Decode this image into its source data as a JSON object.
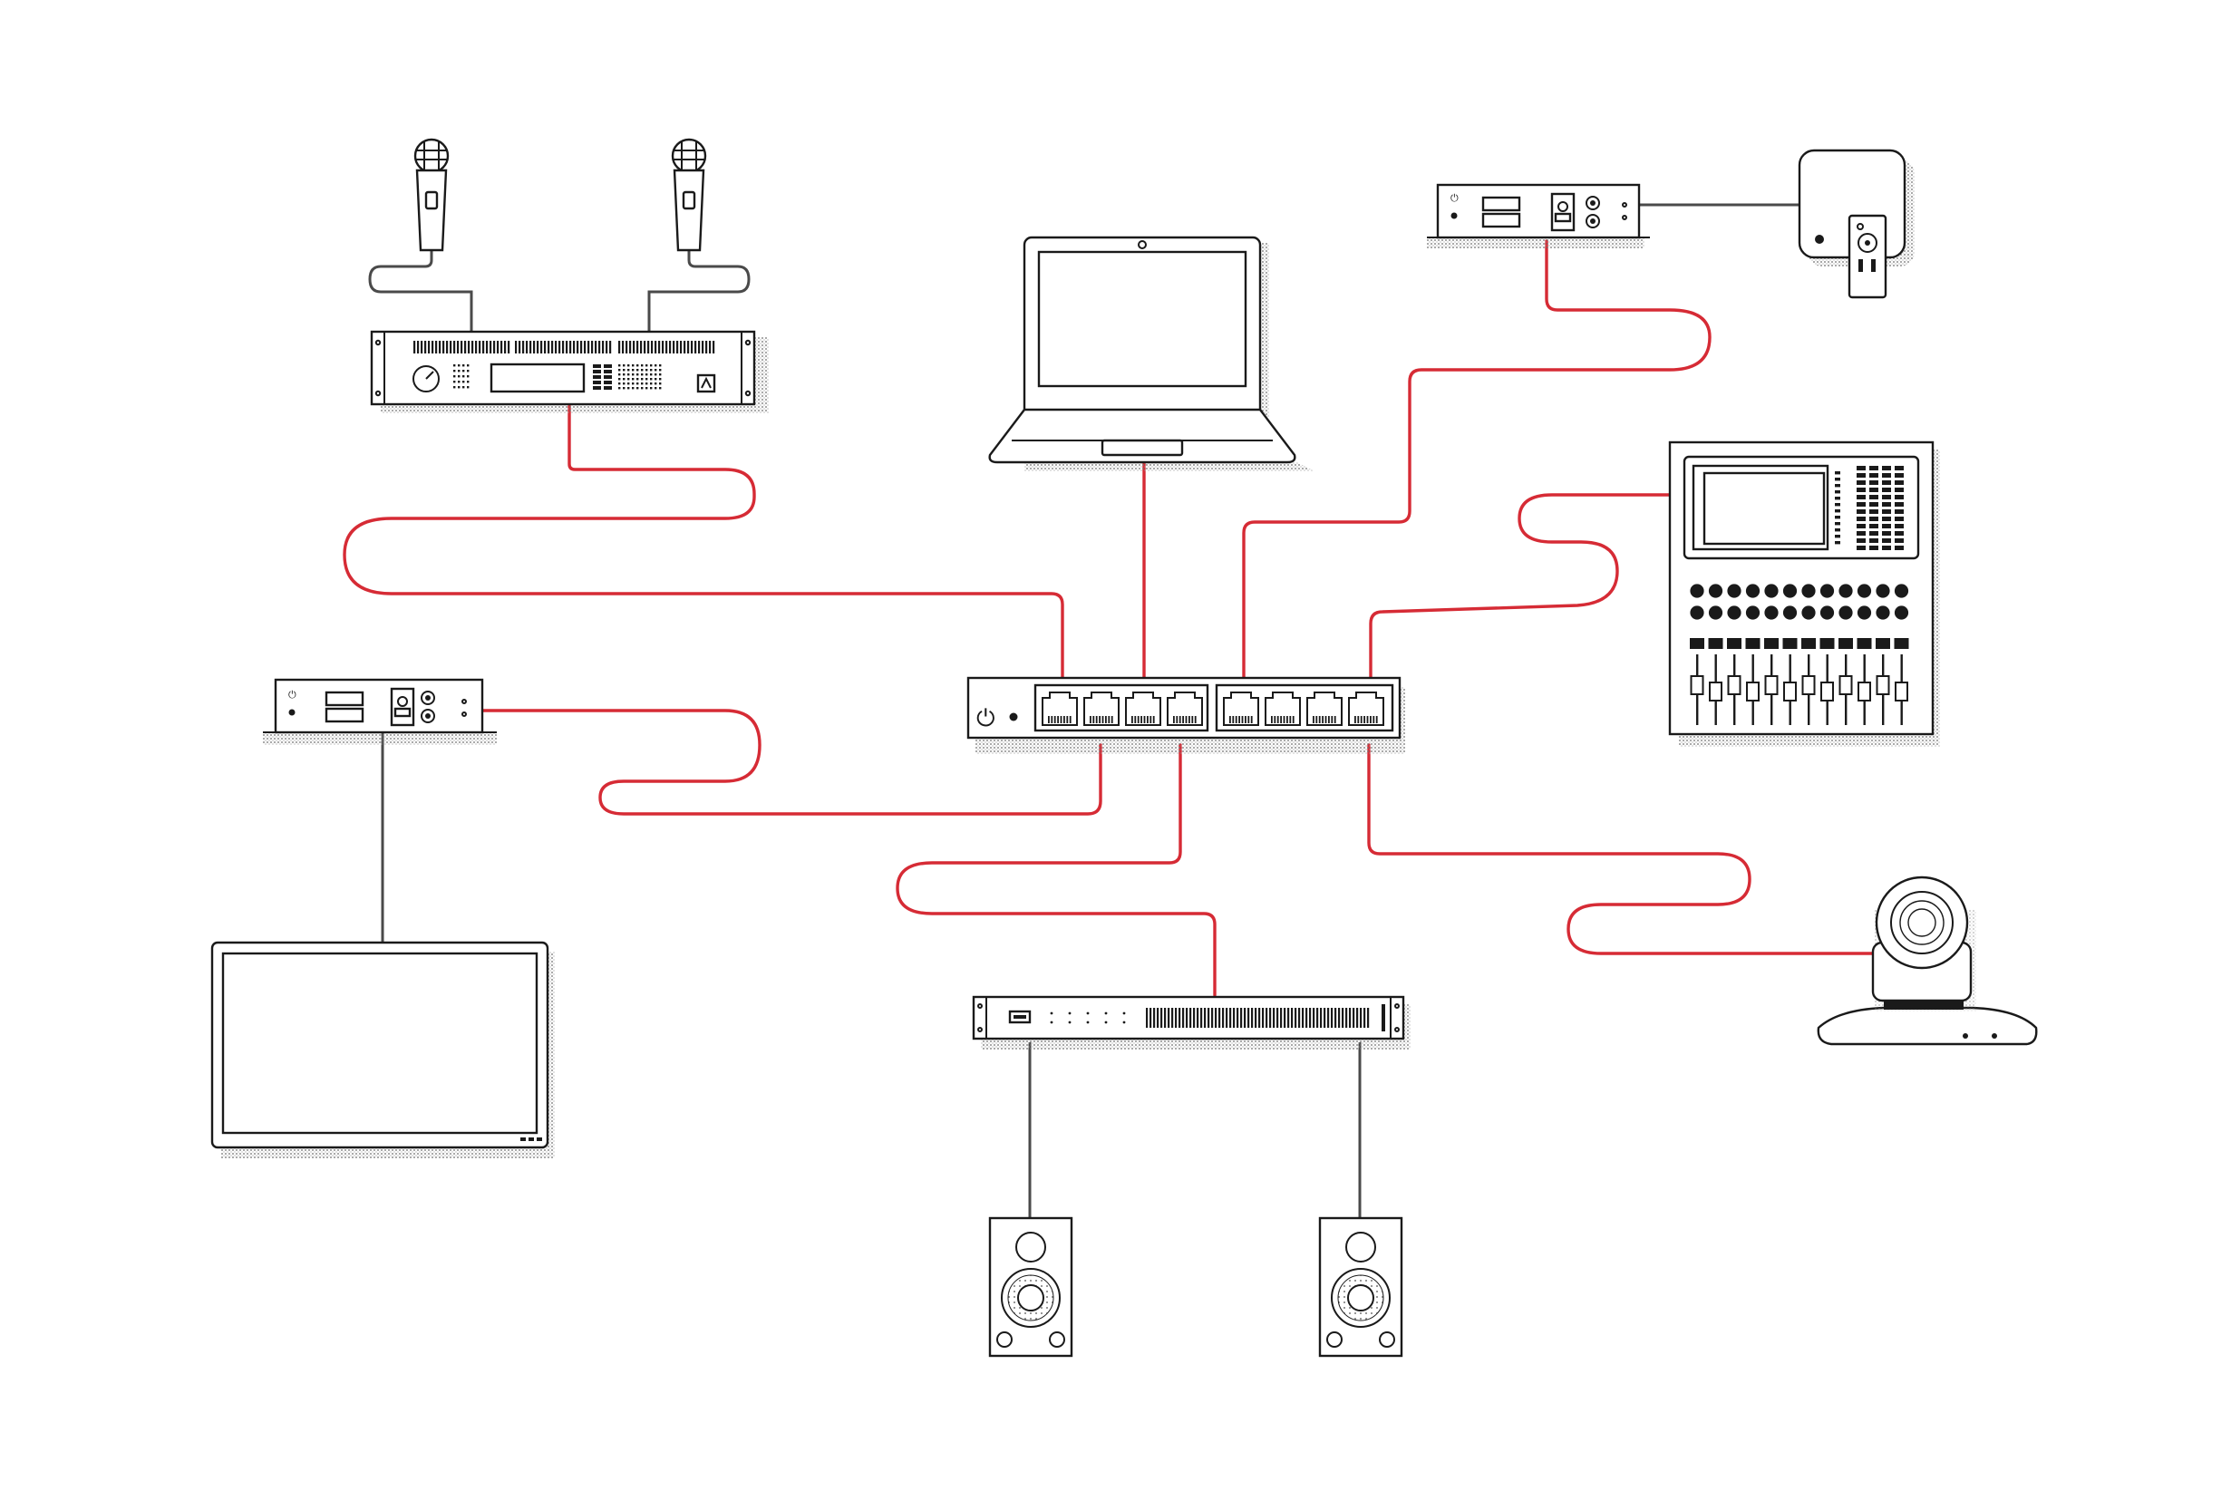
{
  "diagram": {
    "palette": {
      "network_cable": "#d62b35",
      "device_stroke": "#1a1a1a",
      "analog_cable": "#4a4a4a",
      "background": "#ffffff"
    },
    "nodes": [
      {
        "id": "network-switch",
        "icon": "ethernet-switch-8-port"
      },
      {
        "id": "wireless-mic-receiver",
        "icon": "rack-receiver"
      },
      {
        "id": "microphone-left",
        "icon": "handheld-microphone"
      },
      {
        "id": "microphone-right",
        "icon": "handheld-microphone"
      },
      {
        "id": "laptop",
        "icon": "laptop"
      },
      {
        "id": "interface-top",
        "icon": "wall-interface-box"
      },
      {
        "id": "media-player",
        "icon": "streaming-box-with-remote"
      },
      {
        "id": "digital-mixer",
        "icon": "mixing-console"
      },
      {
        "id": "interface-left",
        "icon": "wall-interface-box"
      },
      {
        "id": "display",
        "icon": "flat-panel-display"
      },
      {
        "id": "amplifier",
        "icon": "rack-amplifier"
      },
      {
        "id": "speaker-left",
        "icon": "loudspeaker"
      },
      {
        "id": "speaker-right",
        "icon": "loudspeaker"
      },
      {
        "id": "ptz-camera",
        "icon": "ptz-camera"
      }
    ],
    "network_links": [
      {
        "from": "wireless-mic-receiver",
        "to": "network-switch"
      },
      {
        "from": "laptop",
        "to": "network-switch"
      },
      {
        "from": "interface-top",
        "to": "network-switch"
      },
      {
        "from": "digital-mixer",
        "to": "network-switch"
      },
      {
        "from": "interface-left",
        "to": "network-switch"
      },
      {
        "from": "amplifier",
        "to": "network-switch"
      },
      {
        "from": "ptz-camera",
        "to": "network-switch"
      }
    ],
    "analog_links": [
      {
        "from": "microphone-left",
        "to": "wireless-mic-receiver"
      },
      {
        "from": "microphone-right",
        "to": "wireless-mic-receiver"
      },
      {
        "from": "interface-top",
        "to": "media-player"
      },
      {
        "from": "interface-left",
        "to": "display"
      },
      {
        "from": "amplifier",
        "to": "speaker-left"
      },
      {
        "from": "amplifier",
        "to": "speaker-right"
      }
    ]
  }
}
